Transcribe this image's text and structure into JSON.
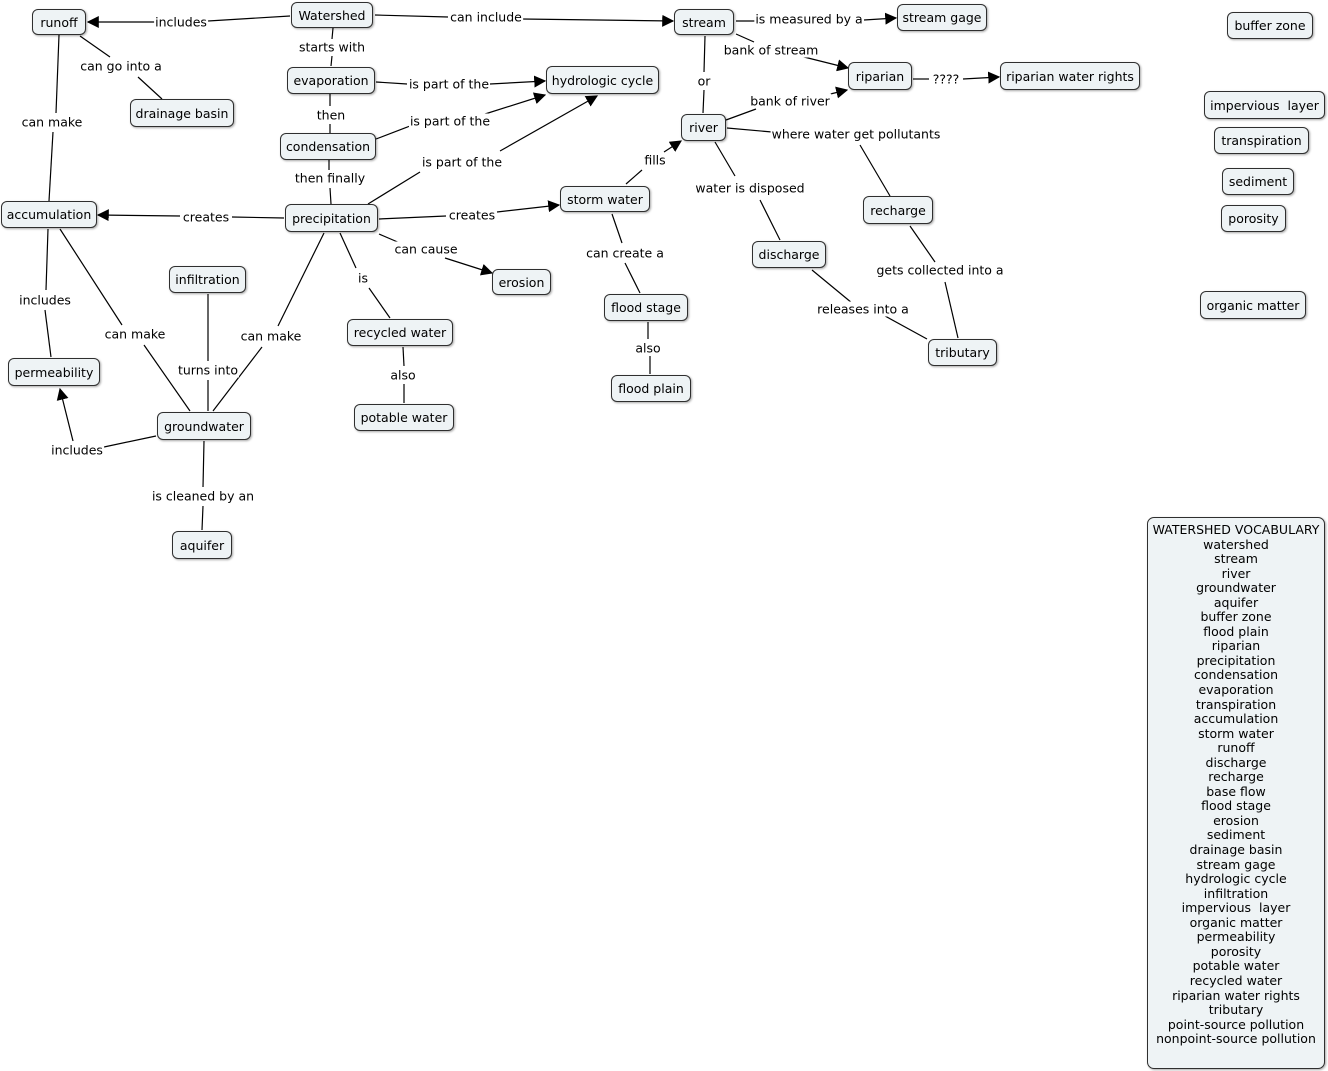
{
  "nodes": {
    "watershed": "Watershed",
    "runoff": "runoff",
    "drainage_basin": "drainage basin",
    "evaporation": "evaporation",
    "hydrologic_cycle": "hydrologic cycle",
    "condensation": "condensation",
    "precipitation": "precipitation",
    "accumulation": "accumulation",
    "stream": "stream",
    "stream_gage": "stream gage",
    "riparian": "riparian",
    "riparian_water_rights": "riparian water rights",
    "river": "river",
    "storm_water": "storm water",
    "erosion": "erosion",
    "infiltration": "infiltration",
    "permeability": "permeability",
    "groundwater": "groundwater",
    "aquifer": "aquifer",
    "recycled_water": "recycled water",
    "potable_water": "potable water",
    "flood_stage": "flood stage",
    "flood_plain": "flood plain",
    "discharge": "discharge",
    "recharge": "recharge",
    "tributary": "tributary",
    "buffer_zone": "buffer zone",
    "impervious_layer": "impervious  layer",
    "transpiration": "transpiration",
    "sediment": "sediment",
    "porosity": "porosity",
    "organic_matter": "organic matter"
  },
  "links": {
    "includes_runoff": "includes",
    "can_include": "can include",
    "can_go_into_a": "can go into a",
    "starts_with": "starts with",
    "evap_part_of": "is part of the",
    "then": "then",
    "cond_part_of": "is part of the",
    "then_finally": "then finally",
    "precip_part_of": "is part of the",
    "creates_accum": "creates",
    "creates_storm": "creates",
    "can_cause": "can cause",
    "is": "is",
    "also_potable": "also",
    "can_make_accum": "can make",
    "includes_perm": "includes",
    "can_make_gw_accum": "can make",
    "can_make_gw_precip": "can make",
    "turns_into": "turns into",
    "includes_gw_perm": "includes",
    "is_cleaned_by_an": "is cleaned by an",
    "is_measured_by_a": "is measured by a",
    "bank_of_stream": "bank of stream",
    "or": "or",
    "bank_of_river": "bank of river",
    "question": "????",
    "fills": "fills",
    "where_pollutants": "where water get pollutants",
    "water_is_disposed": "water is disposed",
    "can_create_a": "can create a",
    "also_flood": "also",
    "gets_collected_into_a": "gets collected into a",
    "releases_into_a": "releases into a"
  },
  "vocabulary": {
    "title": "WATERSHED VOCABULARY",
    "items": [
      "watershed",
      "stream",
      "river",
      "groundwater",
      "aquifer",
      "buffer zone",
      "flood plain",
      "riparian",
      "precipitation",
      "condensation",
      "evaporation",
      "transpiration",
      "accumulation",
      "storm water",
      "runoff",
      "discharge",
      "recharge",
      "base flow",
      "flood stage",
      "erosion",
      "sediment",
      "drainage basin",
      "stream gage",
      "hydrologic cycle",
      "infiltration",
      "impervious  layer",
      "organic matter",
      "permeability",
      "porosity",
      "potable water",
      "recycled water",
      "riparian water rights",
      "tributary",
      "point-source pollution",
      "nonpoint-source pollution"
    ]
  }
}
